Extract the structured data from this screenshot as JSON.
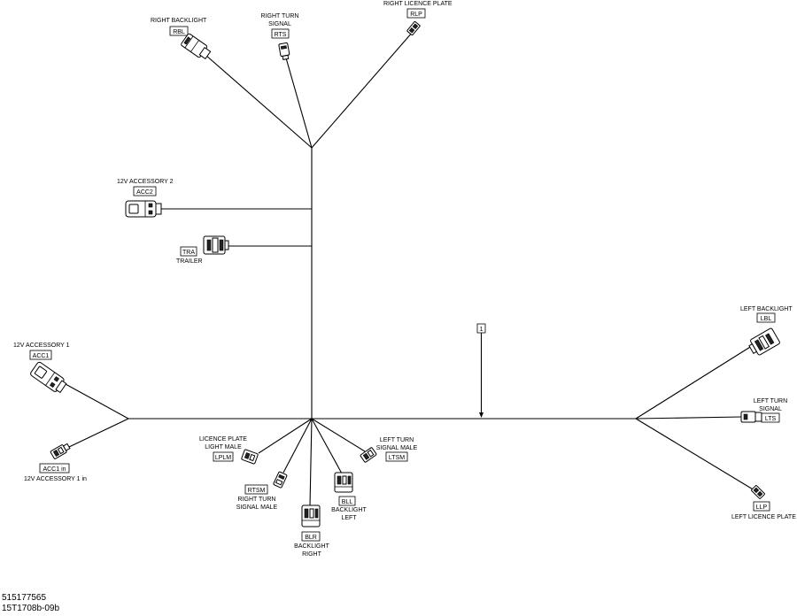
{
  "connectors": {
    "rbl": {
      "name": "RIGHT BACKLIGHT",
      "code": "RBL"
    },
    "rts": {
      "name1": "RIGHT TURN",
      "name2": "SIGNAL",
      "code": "RTS"
    },
    "rlp": {
      "name": "RIGHT LICENCE PLATE",
      "code": "RLP"
    },
    "acc2": {
      "name": "12V ACCESSORY 2",
      "code": "ACC2"
    },
    "tra": {
      "name": "TRAILER",
      "code": "TRA"
    },
    "acc1": {
      "name": "12V ACCESSORY 1",
      "code": "ACC1"
    },
    "acc1in": {
      "name": "12V ACCESSORY 1 in",
      "code": "ACC1 in"
    },
    "lplm": {
      "name1": "LICENCE PLATE",
      "name2": "LIGHT MALE",
      "code": "LPLM"
    },
    "rtsm": {
      "name1": "RIGHT TURN",
      "name2": "SIGNAL MALE",
      "code": "RTSM"
    },
    "blr": {
      "name1": "BACKLIGHT",
      "name2": "RIGHT",
      "code": "BLR"
    },
    "bll": {
      "name1": "BACKLIGHT",
      "name2": "LEFT",
      "code": "BLL"
    },
    "ltsm": {
      "name1": "LEFT TURN",
      "name2": "SIGNAL MALE",
      "code": "LTSM"
    },
    "lbl": {
      "name": "LEFT BACKLIGHT",
      "code": "LBL"
    },
    "lts": {
      "name1": "LEFT TURN",
      "name2": "SIGNAL",
      "code": "LTS"
    },
    "llp": {
      "name": "LEFT LICENCE PLATE",
      "code": "LLP"
    }
  },
  "callout": {
    "label": "1"
  },
  "footer": {
    "part_number": "515177565",
    "drawing_id": "15T1708b-09b"
  }
}
